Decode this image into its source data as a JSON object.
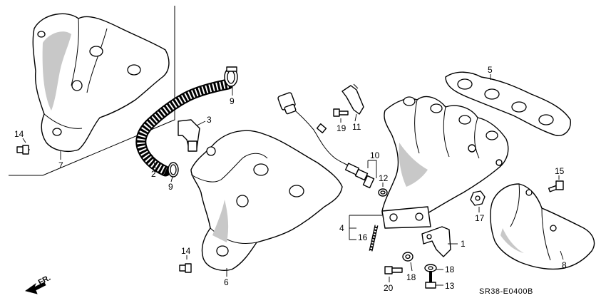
{
  "diagram": {
    "code": "SR38-E0400B",
    "direction_label": "FR.",
    "callouts": [
      {
        "id": "c1",
        "label": "1"
      },
      {
        "id": "c2",
        "label": "2"
      },
      {
        "id": "c3",
        "label": "3"
      },
      {
        "id": "c4",
        "label": "4"
      },
      {
        "id": "c5",
        "label": "5"
      },
      {
        "id": "c6",
        "label": "6"
      },
      {
        "id": "c7",
        "label": "7"
      },
      {
        "id": "c8",
        "label": "8"
      },
      {
        "id": "c9a",
        "label": "9"
      },
      {
        "id": "c9b",
        "label": "9"
      },
      {
        "id": "c10",
        "label": "10"
      },
      {
        "id": "c11",
        "label": "11"
      },
      {
        "id": "c12",
        "label": "12"
      },
      {
        "id": "c13",
        "label": "13"
      },
      {
        "id": "c14a",
        "label": "14"
      },
      {
        "id": "c14b",
        "label": "14"
      },
      {
        "id": "c15",
        "label": "15"
      },
      {
        "id": "c16",
        "label": "16"
      },
      {
        "id": "c17",
        "label": "17"
      },
      {
        "id": "c18a",
        "label": "18"
      },
      {
        "id": "c18b",
        "label": "18"
      },
      {
        "id": "c19",
        "label": "19"
      },
      {
        "id": "c20",
        "label": "20"
      }
    ]
  }
}
